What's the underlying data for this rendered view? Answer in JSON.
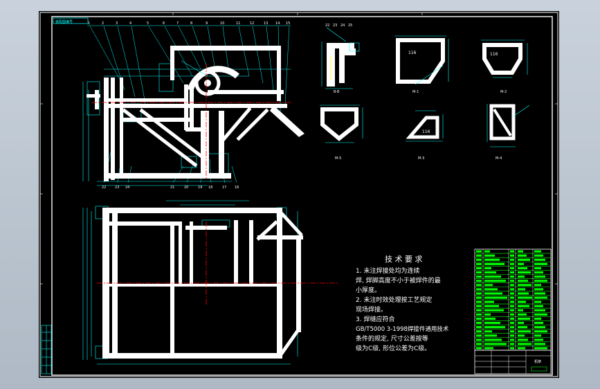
{
  "drawing": {
    "header_code": "装配图编号",
    "tech_title": "技 术 要 求",
    "tech_lines": [
      "1. 未注焊接处均为连续",
      "焊, 焊脚高度不小于被焊件的最",
      "小厚度。",
      "2. 未注时效处理按工艺规定",
      "现场焊接。",
      "3. 焊缝应符合",
      "GB/T5000 3-1998焊接件通用技术",
      "条件的规定, 尺寸公差按等",
      "级为C级, 形位公差为C级。"
    ],
    "balloons_top": [
      "1",
      "2",
      "3",
      "4",
      "5",
      "6",
      "7",
      "8",
      "9",
      "10",
      "11",
      "12",
      "13",
      "14",
      "15"
    ],
    "balloons_bottom": [
      "22",
      "23",
      "24",
      "21",
      "20",
      "19",
      "18",
      "17",
      "16"
    ],
    "detail_balloons": [
      "22",
      "23",
      "24",
      "25"
    ],
    "section_labels": [
      "B-B",
      "M-1",
      "M-2",
      "M-3",
      "M-4",
      "M-5"
    ],
    "section_dims": [
      "116",
      "116",
      "116"
    ],
    "title_block_name": "机架"
  },
  "colors": {
    "sheet": "#000000",
    "border": "#ffffff",
    "dimension": "#00ffff",
    "centerline": "#ff0000",
    "annotation": "#00ff00",
    "highlight": "#ffff00"
  }
}
